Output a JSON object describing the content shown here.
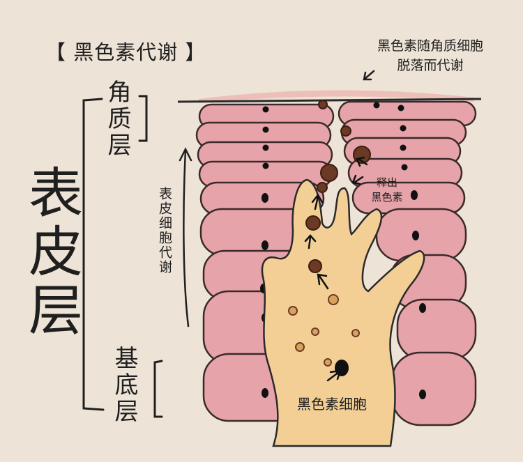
{
  "title": "【 黑色素代谢 】",
  "top_note": {
    "line1": "黑色素随角质细胞",
    "line2": "脱落而代谢"
  },
  "labels": {
    "stratum_corneum": "角质层",
    "epidermis": "表皮层",
    "cell_metabolism": "表皮细胞代谢",
    "basal_layer": "基底层",
    "release_line1": "释出",
    "release_line2": "黑色素",
    "melanocyte": "黑色素细胞"
  },
  "colors": {
    "background": "#ede3d6",
    "cell_fill": "#e6a3a9",
    "cell_outline": "#2a2a2a",
    "melanocyte_fill": "#f3cf96",
    "melanin_granule": "#6b3a25",
    "nucleus": "#111111"
  },
  "icons": [
    "arrow-up-icon",
    "arrow-icon",
    "bracket-icon"
  ]
}
